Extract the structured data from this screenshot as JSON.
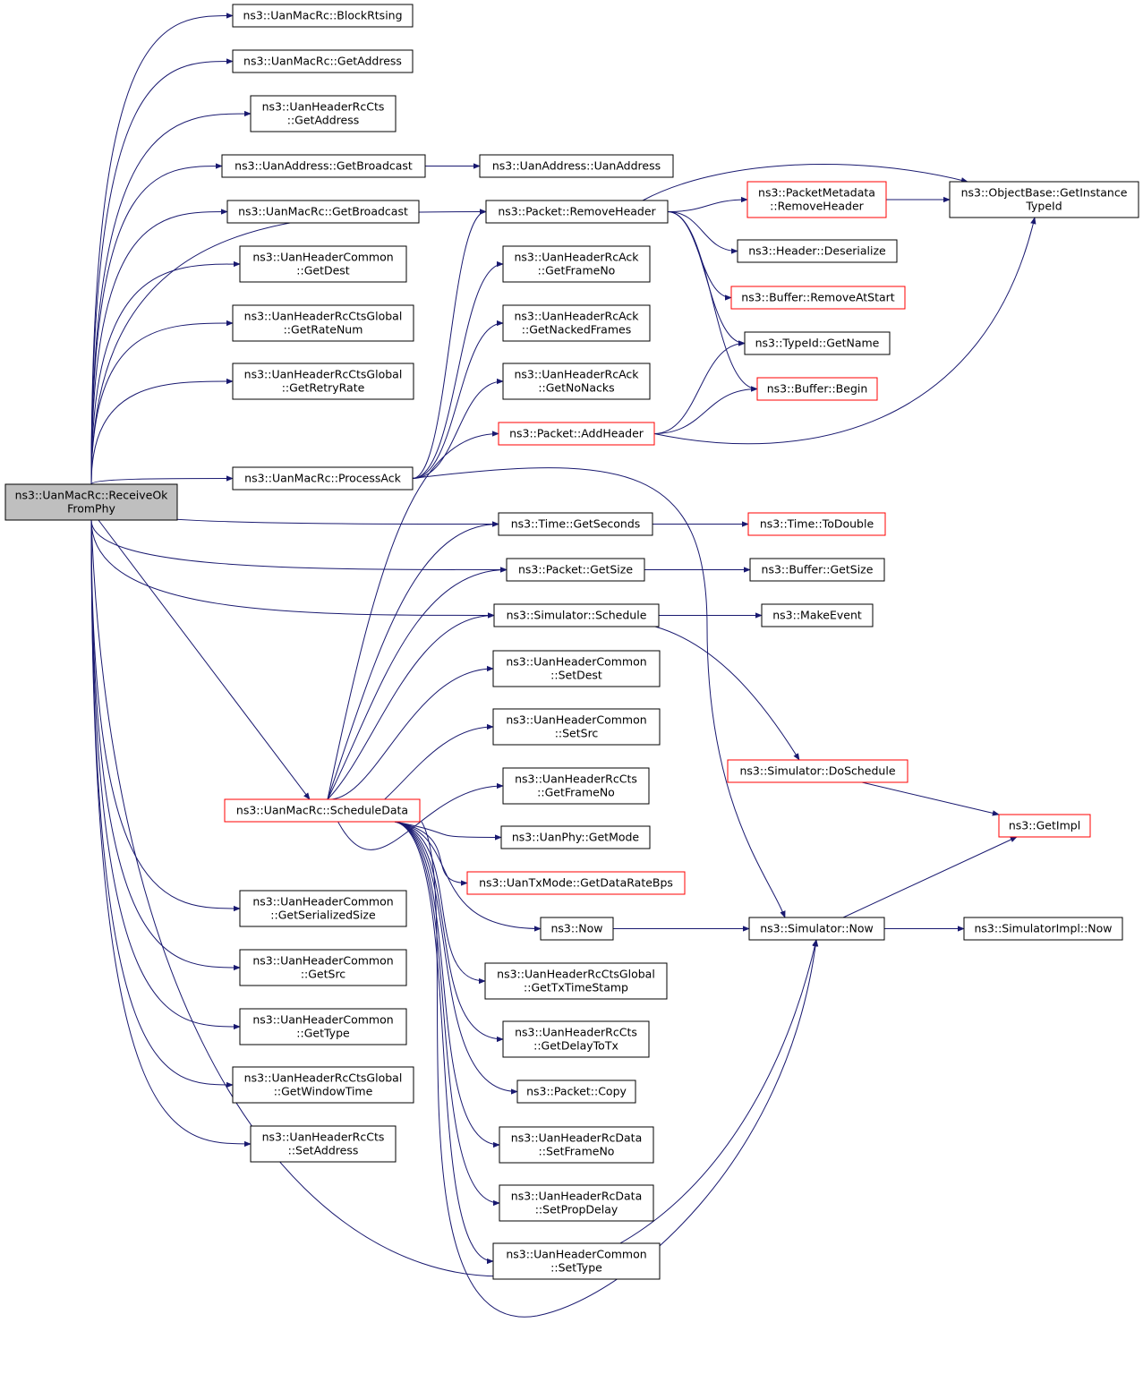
{
  "nodes": {
    "root": [
      "ns3::UanMacRc::ReceiveOk",
      "FromPhy"
    ],
    "blockRtsing": [
      "ns3::UanMacRc::BlockRtsing"
    ],
    "macGetAddress": [
      "ns3::UanMacRc::GetAddress"
    ],
    "ctsGetAddress": [
      "ns3::UanHeaderRcCts",
      "::GetAddress"
    ],
    "addrGetBroadcast": [
      "ns3::UanAddress::GetBroadcast"
    ],
    "uanAddress": [
      "ns3::UanAddress::UanAddress"
    ],
    "macGetBroadcast": [
      "ns3::UanMacRc::GetBroadcast"
    ],
    "commonGetDest": [
      "ns3::UanHeaderCommon",
      "::GetDest"
    ],
    "ctsGlobalGetRateNum": [
      "ns3::UanHeaderRcCtsGlobal",
      "::GetRateNum"
    ],
    "ctsGlobalGetRetryRate": [
      "ns3::UanHeaderRcCtsGlobal",
      "::GetRetryRate"
    ],
    "processAck": [
      "ns3::UanMacRc::ProcessAck"
    ],
    "removeHeader": [
      "ns3::Packet::RemoveHeader"
    ],
    "ackGetFrameNo": [
      "ns3::UanHeaderRcAck",
      "::GetFrameNo"
    ],
    "ackGetNackedFrames": [
      "ns3::UanHeaderRcAck",
      "::GetNackedFrames"
    ],
    "ackGetNoNacks": [
      "ns3::UanHeaderRcAck",
      "::GetNoNacks"
    ],
    "addHeader": [
      "ns3::Packet::AddHeader"
    ],
    "metaRemoveHeader": [
      "ns3::PacketMetadata",
      "::RemoveHeader"
    ],
    "getInstanceTypeId": [
      "ns3::ObjectBase::GetInstance",
      "TypeId"
    ],
    "deserialize": [
      "ns3::Header::Deserialize"
    ],
    "removeAtStart": [
      "ns3::Buffer::RemoveAtStart"
    ],
    "typeIdGetName": [
      "ns3::TypeId::GetName"
    ],
    "bufferBegin": [
      "ns3::Buffer::Begin"
    ],
    "getSeconds": [
      "ns3::Time::GetSeconds"
    ],
    "toDouble": [
      "ns3::Time::ToDouble"
    ],
    "packetGetSize": [
      "ns3::Packet::GetSize"
    ],
    "bufferGetSize": [
      "ns3::Buffer::GetSize"
    ],
    "simSchedule": [
      "ns3::Simulator::Schedule"
    ],
    "makeEvent": [
      "ns3::MakeEvent"
    ],
    "commonSetDest": [
      "ns3::UanHeaderCommon",
      "::SetDest"
    ],
    "commonSetSrc": [
      "ns3::UanHeaderCommon",
      "::SetSrc"
    ],
    "doSchedule": [
      "ns3::Simulator::DoSchedule"
    ],
    "ctsGetFrameNo": [
      "ns3::UanHeaderRcCts",
      "::GetFrameNo"
    ],
    "scheduleData": [
      "ns3::UanMacRc::ScheduleData"
    ],
    "getImpl": [
      "ns3::GetImpl"
    ],
    "phyGetMode": [
      "ns3::UanPhy::GetMode"
    ],
    "getDataRateBps": [
      "ns3::UanTxMode::GetDataRateBps"
    ],
    "commonGetSerializedSize": [
      "ns3::UanHeaderCommon",
      "::GetSerializedSize"
    ],
    "now": [
      "ns3::Now"
    ],
    "simNow": [
      "ns3::Simulator::Now"
    ],
    "implNow": [
      "ns3::SimulatorImpl::Now"
    ],
    "commonGetSrc": [
      "ns3::UanHeaderCommon",
      "::GetSrc"
    ],
    "ctsGlobalGetTxTimeStamp": [
      "ns3::UanHeaderRcCtsGlobal",
      "::GetTxTimeStamp"
    ],
    "commonGetType": [
      "ns3::UanHeaderCommon",
      "::GetType"
    ],
    "ctsGetDelayToTx": [
      "ns3::UanHeaderRcCts",
      "::GetDelayToTx"
    ],
    "ctsGlobalGetWindowTime": [
      "ns3::UanHeaderRcCtsGlobal",
      "::GetWindowTime"
    ],
    "packetCopy": [
      "ns3::Packet::Copy"
    ],
    "ctsSetAddress": [
      "ns3::UanHeaderRcCts",
      "::SetAddress"
    ],
    "dataSetFrameNo": [
      "ns3::UanHeaderRcData",
      "::SetFrameNo"
    ],
    "dataSetPropDelay": [
      "ns3::UanHeaderRcData",
      "::SetPropDelay"
    ],
    "commonSetType": [
      "ns3::UanHeaderCommon",
      "::SetType"
    ]
  },
  "colors": {
    "edge": "#191970",
    "border": "#000000",
    "truncatedBorder": "#ff0000",
    "rootFill": "#bfbfbf"
  },
  "edges": [
    [
      "root",
      "blockRtsing"
    ],
    [
      "root",
      "macGetAddress"
    ],
    [
      "root",
      "ctsGetAddress"
    ],
    [
      "root",
      "addrGetBroadcast"
    ],
    [
      "root",
      "macGetBroadcast"
    ],
    [
      "root",
      "commonGetDest"
    ],
    [
      "root",
      "ctsGlobalGetRateNum"
    ],
    [
      "root",
      "ctsGlobalGetRetryRate"
    ],
    [
      "root",
      "removeHeader"
    ],
    [
      "root",
      "processAck"
    ],
    [
      "root",
      "getSeconds"
    ],
    [
      "root",
      "packetGetSize"
    ],
    [
      "root",
      "simSchedule"
    ],
    [
      "root",
      "scheduleData"
    ],
    [
      "root",
      "simNow"
    ],
    [
      "root",
      "commonGetSerializedSize"
    ],
    [
      "root",
      "commonGetSrc"
    ],
    [
      "root",
      "commonGetType"
    ],
    [
      "root",
      "ctsGlobalGetWindowTime"
    ],
    [
      "root",
      "ctsSetAddress"
    ],
    [
      "addrGetBroadcast",
      "uanAddress"
    ],
    [
      "processAck",
      "removeHeader"
    ],
    [
      "processAck",
      "ackGetFrameNo"
    ],
    [
      "processAck",
      "ackGetNackedFrames"
    ],
    [
      "processAck",
      "ackGetNoNacks"
    ],
    [
      "processAck",
      "simNow"
    ],
    [
      "removeHeader",
      "getInstanceTypeId"
    ],
    [
      "removeHeader",
      "metaRemoveHeader"
    ],
    [
      "removeHeader",
      "deserialize"
    ],
    [
      "removeHeader",
      "removeAtStart"
    ],
    [
      "removeHeader",
      "typeIdGetName"
    ],
    [
      "removeHeader",
      "bufferBegin"
    ],
    [
      "metaRemoveHeader",
      "getInstanceTypeId"
    ],
    [
      "addHeader",
      "typeIdGetName"
    ],
    [
      "addHeader",
      "bufferBegin"
    ],
    [
      "addHeader",
      "getInstanceTypeId"
    ],
    [
      "getSeconds",
      "toDouble"
    ],
    [
      "packetGetSize",
      "bufferGetSize"
    ],
    [
      "simSchedule",
      "makeEvent"
    ],
    [
      "simSchedule",
      "doSchedule"
    ],
    [
      "doSchedule",
      "getImpl"
    ],
    [
      "simNow",
      "getImpl"
    ],
    [
      "simNow",
      "implNow"
    ],
    [
      "now",
      "simNow"
    ],
    [
      "scheduleData",
      "addHeader"
    ],
    [
      "scheduleData",
      "getSeconds"
    ],
    [
      "scheduleData",
      "packetGetSize"
    ],
    [
      "scheduleData",
      "simSchedule"
    ],
    [
      "scheduleData",
      "commonSetDest"
    ],
    [
      "scheduleData",
      "commonSetSrc"
    ],
    [
      "scheduleData",
      "ctsGetFrameNo"
    ],
    [
      "scheduleData",
      "phyGetMode"
    ],
    [
      "scheduleData",
      "getDataRateBps"
    ],
    [
      "scheduleData",
      "now"
    ],
    [
      "scheduleData",
      "ctsGlobalGetTxTimeStamp"
    ],
    [
      "scheduleData",
      "ctsGetDelayToTx"
    ],
    [
      "scheduleData",
      "packetCopy"
    ],
    [
      "scheduleData",
      "dataSetFrameNo"
    ],
    [
      "scheduleData",
      "dataSetPropDelay"
    ],
    [
      "scheduleData",
      "commonSetType"
    ],
    [
      "scheduleData",
      "simNow"
    ]
  ]
}
